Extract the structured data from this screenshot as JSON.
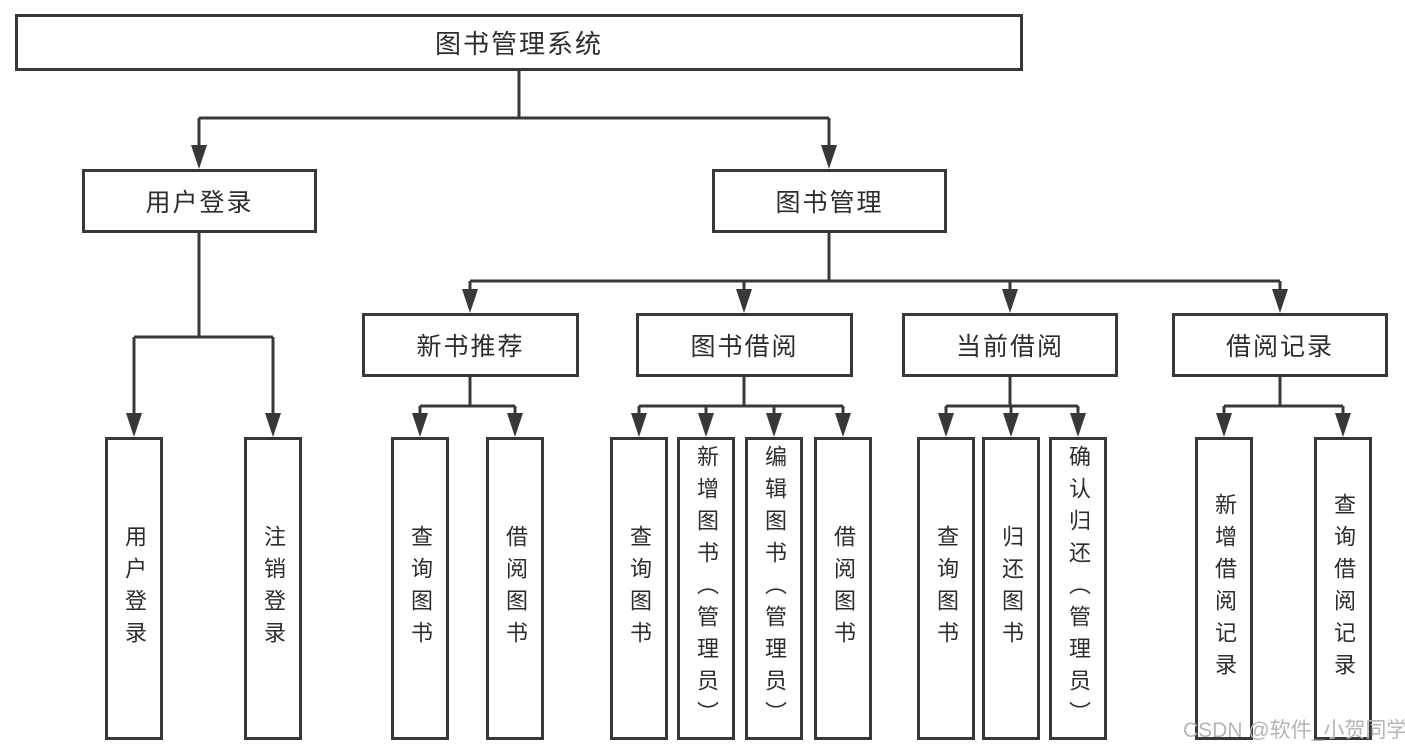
{
  "diagram": {
    "title": "图书管理系统",
    "branches": [
      {
        "label": "用户登录",
        "children": [
          "用户登录",
          "注销登录"
        ]
      },
      {
        "label": "图书管理",
        "sections": [
          {
            "label": "新书推荐",
            "children": [
              "查询图书",
              "借阅图书"
            ]
          },
          {
            "label": "图书借阅",
            "children": [
              "查询图书",
              "新增图书（管理员）",
              "编辑图书（管理员）",
              "借阅图书"
            ]
          },
          {
            "label": "当前借阅",
            "children": [
              "查询图书",
              "归还图书",
              "确认归还（管理员）"
            ]
          },
          {
            "label": "借阅记录",
            "children": [
              "新增借阅记录",
              "查询借阅记录"
            ]
          }
        ]
      }
    ]
  },
  "watermark": {
    "text": "CSDN @软件_小贺同学"
  },
  "colors": {
    "line": "#383838",
    "box_border": "#383838",
    "text": "#2d2d2d",
    "background": "#ffffff",
    "watermark": "#b5b5b5"
  }
}
